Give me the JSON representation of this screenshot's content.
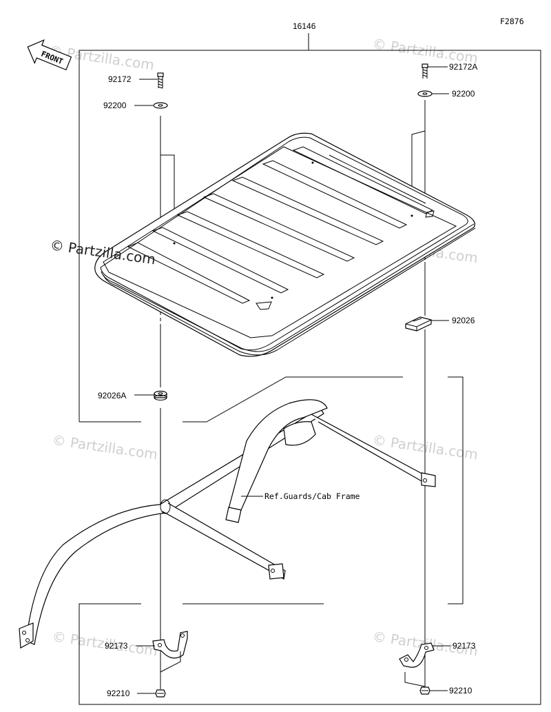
{
  "figure_code": "F2876",
  "assembly_number": "16146",
  "front_badge": "FRONT",
  "watermark_main": "© Partzilla.com",
  "watermark_faint": "© Partzilla.com",
  "reference_note": "Ref.Guards/Cab Frame",
  "labels": {
    "bolt_left": "92172",
    "bolt_right": "92172A",
    "washer_left": "92200",
    "washer_right": "92200",
    "spacer_left": "92026A",
    "spacer_right": "92026",
    "clamp_left": "92173",
    "clamp_right": "92173",
    "nut_left": "92210",
    "nut_right": "92210"
  }
}
